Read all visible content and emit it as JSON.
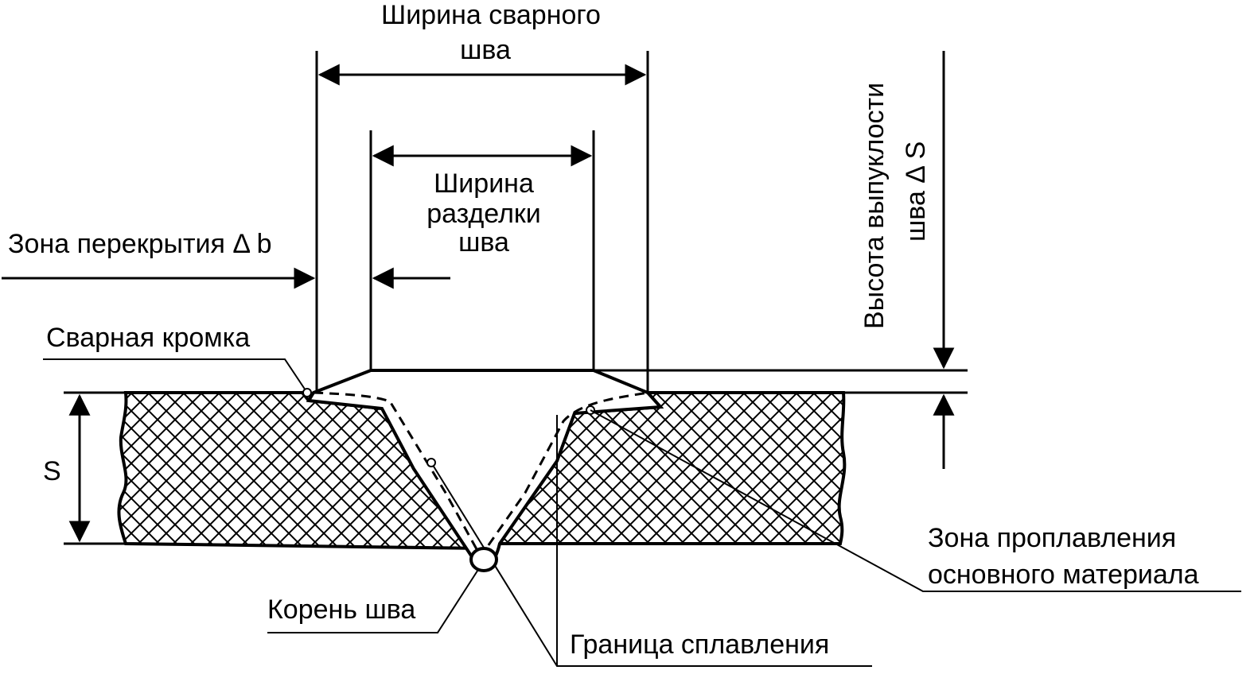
{
  "labels": {
    "weld_width_line1": "Ширина сварного",
    "weld_width_line2": "шва",
    "groove_width_line1": "Ширина",
    "groove_width_line2": "разделки",
    "groove_width_line3": "шва",
    "overlap_zone": "Зона перекрытия Δ b",
    "weld_edge": "Сварная кромка",
    "thickness": "S",
    "reinforcement_line1": "Высота выпуклости",
    "reinforcement_line2": "шва Δ S",
    "penetration_zone_line1": "Зона проплавления",
    "penetration_zone_line2": "основного материала",
    "weld_root": "Корень шва",
    "fusion_boundary": "Граница сплавления"
  },
  "colors": {
    "ink": "#000000",
    "background": "#ffffff"
  }
}
